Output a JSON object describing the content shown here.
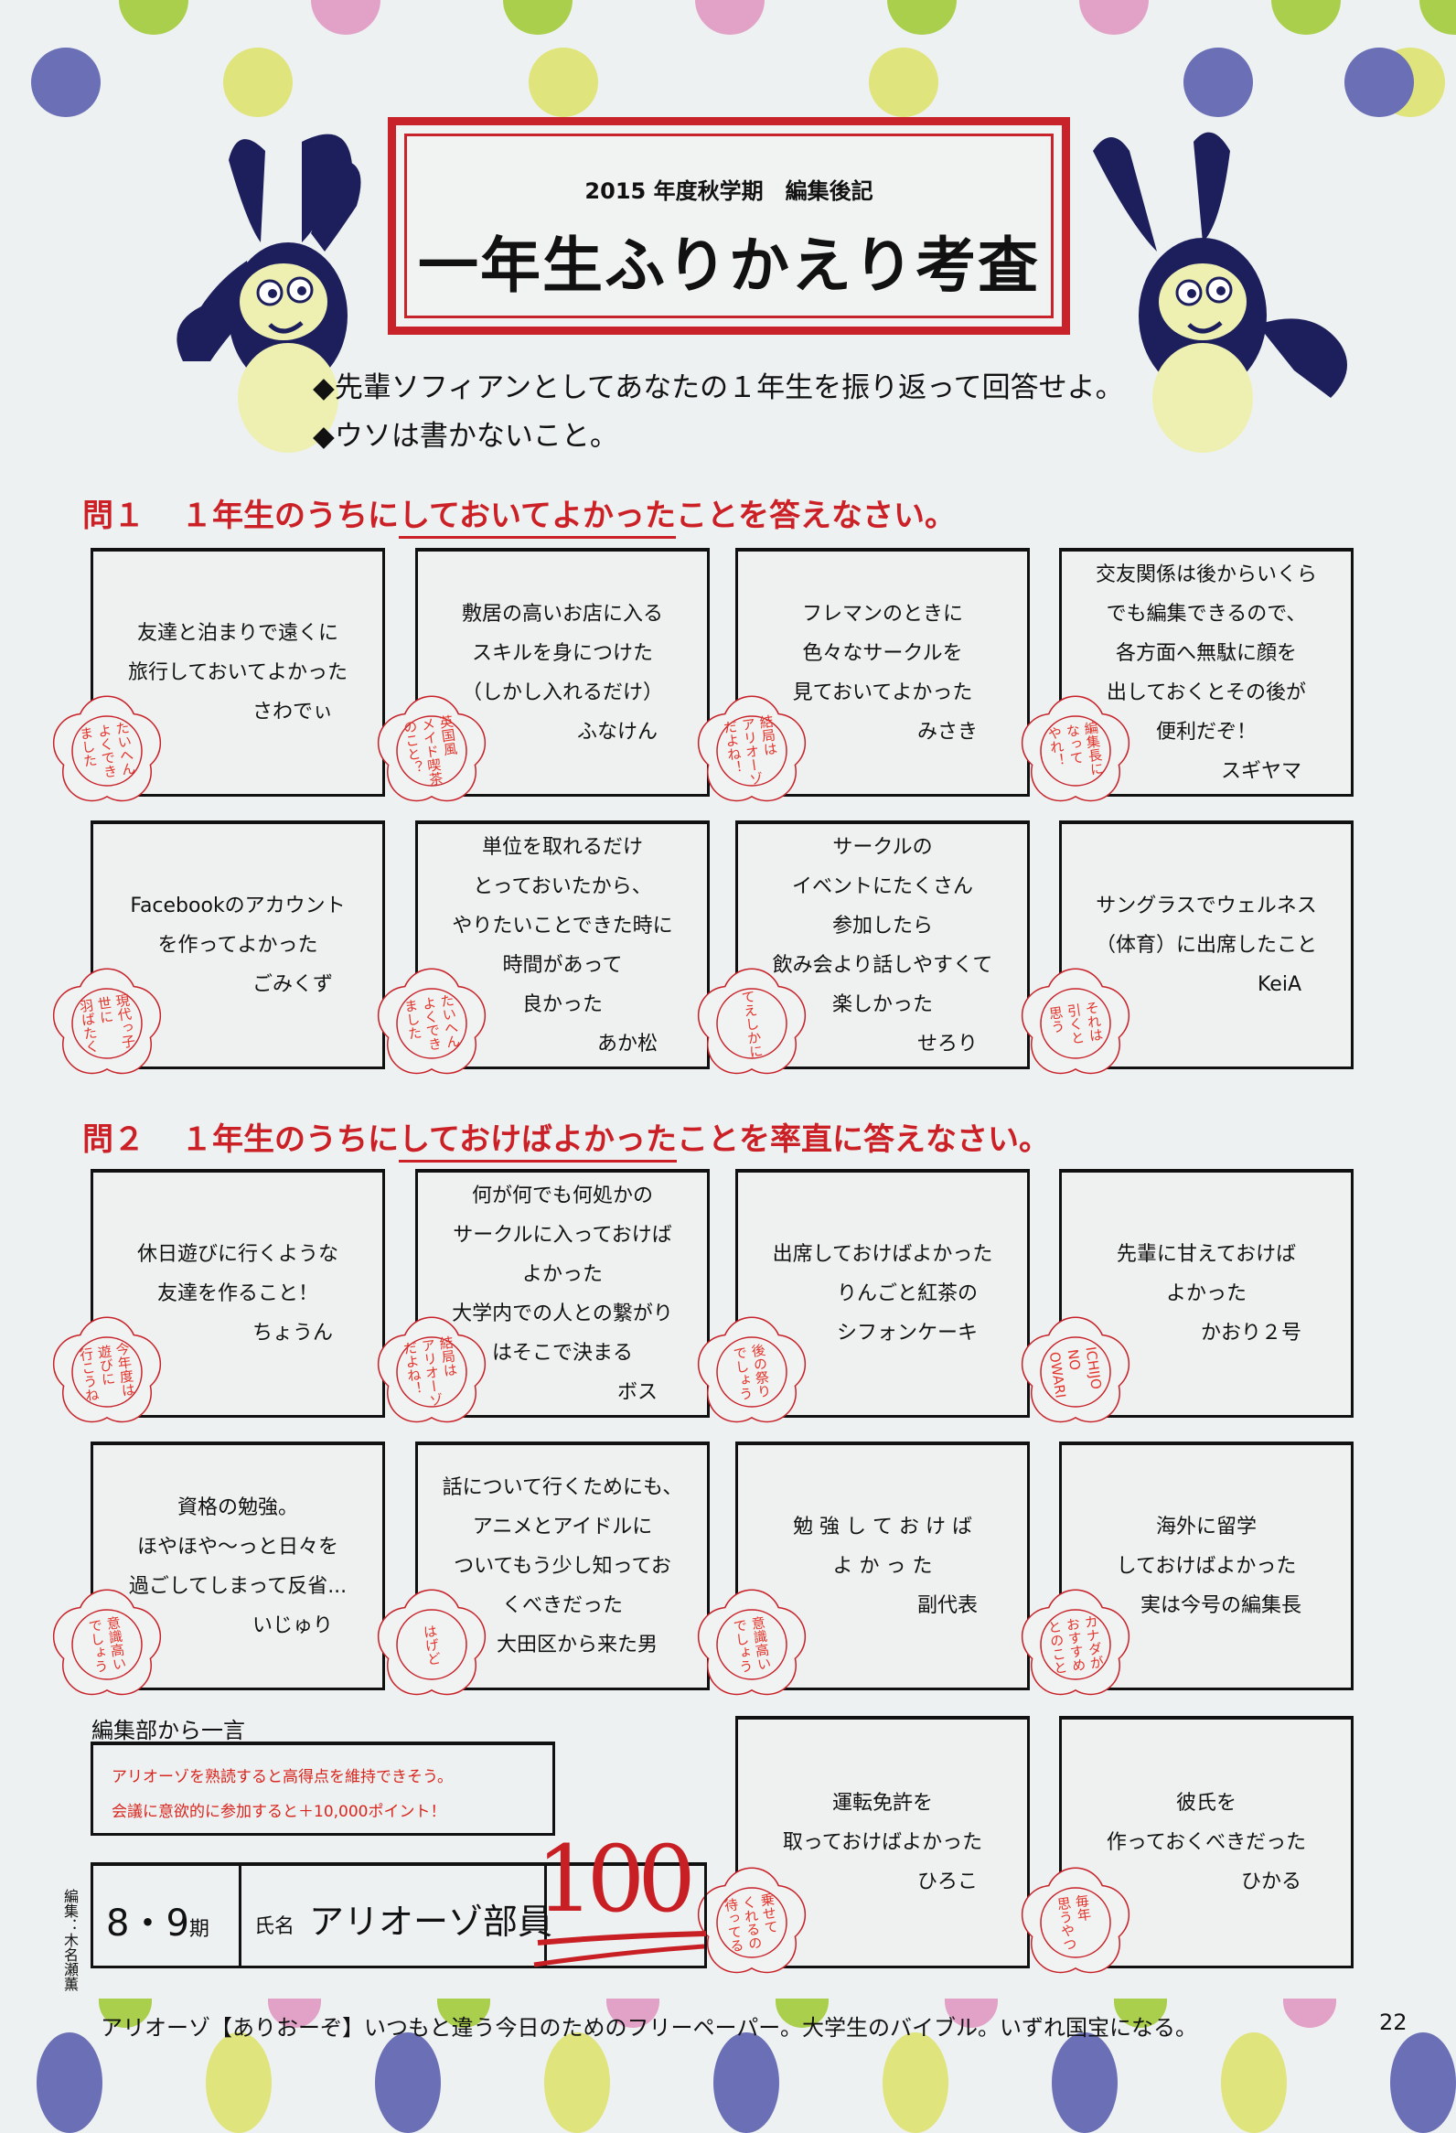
{
  "colors": {
    "dot_green": "#a9cf4c",
    "dot_pink": "#e2a1c6",
    "dot_blue": "#6a6fb6",
    "dot_yellow": "#dfe47c",
    "accent_red": "#c8232a",
    "rabbit_navy": "#1d1f5c",
    "rabbit_cream": "#eef0b2"
  },
  "header": {
    "subtitle": "2015 年度秋学期　編集後記",
    "title": "一年生ふりかえり考査"
  },
  "instructions": [
    "◆先輩ソフィアンとしてあなたの１年生を振り返って回答せよ。",
    "◆ウソは書かないこと。"
  ],
  "q1": {
    "num": "問１",
    "pre": "１年生のうちに",
    "underlined": "しておいてよかった",
    "post": "ことを答えなさい。",
    "cards": [
      {
        "lines": [
          "友達と泊まりで遠くに",
          "旅行しておいてよかった"
        ],
        "author": [
          "さわでぃ"
        ],
        "stamp": "たいへん\nよくでき\nました"
      },
      {
        "lines": [
          "敷居の高いお店に入る",
          "スキルを身につけた",
          "（しかし入れるだけ）"
        ],
        "author": [
          "ふなけん"
        ],
        "stamp": "英国風\nメイド喫茶\nのこと？"
      },
      {
        "lines": [
          "フレマンのときに",
          "色々なサークルを",
          "見ておいてよかった"
        ],
        "author": [
          "みさき"
        ],
        "stamp": "結局は\nアリオーゾ\nだよね！"
      },
      {
        "lines": [
          "交友関係は後からいくら",
          "でも編集できるので、",
          "各方面へ無駄に顔を",
          "出しておくとその後が",
          "便利だぞ！"
        ],
        "author": [
          "スギヤマ"
        ],
        "stamp": "編集長に\nなって\nやれ！"
      },
      {
        "lines": [
          "Facebookのアカウント",
          "を作ってよかった"
        ],
        "author": [
          "ごみくず"
        ],
        "stamp": "現代っ子\n世に\n羽ばたく"
      },
      {
        "lines": [
          "単位を取れるだけ",
          "とっておいたから、",
          "やりたいことできた時に",
          "時間があって",
          "良かった"
        ],
        "author": [
          "あか松"
        ],
        "stamp": "たいへん\nよくでき\nました"
      },
      {
        "lines": [
          "サークルの",
          "イベントにたくさん",
          "参加したら",
          "飲み会より話しやすくて",
          "楽しかった"
        ],
        "author": [
          "せろり"
        ],
        "stamp": "てえしかに"
      },
      {
        "lines": [
          "サングラスでウェルネス",
          "（体育）に出席したこと"
        ],
        "author": [
          "KeiA"
        ],
        "stamp": "それは\n引くと\n思う"
      }
    ]
  },
  "q2": {
    "num": "問２",
    "pre": "１年生のうちに",
    "underlined": "しておけばよかった",
    "post": "ことを率直に答えなさい。",
    "cards": [
      {
        "lines": [
          "休日遊びに行くような",
          "友達を作ること！"
        ],
        "author": [
          "ちょうん"
        ],
        "stamp": "今年度は\n遊びに\n行こうね"
      },
      {
        "lines": [
          "何が何でも何処かの",
          "サークルに入っておけば",
          "よかった",
          "大学内での人との繋がり",
          "はそこで決まる"
        ],
        "author": [
          "ボス"
        ],
        "stamp": "結局は\nアリオーゾ\nだよね！"
      },
      {
        "lines": [
          "出席しておけばよかった"
        ],
        "author": [
          "りんごと紅茶の",
          "シフォンケーキ"
        ],
        "stamp": "後の祭り\nでしょう"
      },
      {
        "lines": [
          "先輩に甘えておけば",
          "よかった"
        ],
        "author": [
          "かおり２号"
        ],
        "stamp": "ICHIJO\nNO\nOWARI"
      },
      {
        "lines": [
          "資格の勉強。",
          "ほやほや～っと日々を",
          "過ごしてしまって反省..."
        ],
        "author": [
          "いじゅり"
        ],
        "stamp": "意識高い\nでしょう"
      },
      {
        "lines": [
          "話について行くためにも、",
          "アニメとアイドルに",
          "ついてもう少し知ってお",
          "くべきだった"
        ],
        "author": [
          "大田区から来た男"
        ],
        "stamp": "はげど"
      },
      {
        "lines": [
          "勉 強 し て お け ば",
          "よ か っ た"
        ],
        "author": [
          "副代表"
        ],
        "stamp": "意識高い\nでしょう"
      },
      {
        "lines": [
          "海外に留学",
          "しておけばよかった"
        ],
        "author": [
          "実は今号の編集長"
        ],
        "stamp": "カナダが\nおすすめ\nとのこと"
      },
      {
        "lines": [
          "運転免許を",
          "取っておけばよかった"
        ],
        "author": [
          "ひろこ"
        ],
        "stamp": "乗せて\nくれるの\n待ってる"
      },
      {
        "lines": [
          "彼氏を",
          "作っておくべきだった"
        ],
        "author": [
          "ひかる"
        ],
        "stamp": "毎年\n思うやつ"
      }
    ]
  },
  "comment": {
    "label": "編集部から一言",
    "lines": [
      "アリオーゾを熟読すると高得点を維持できそう。",
      "会議に意欲的に参加すると＋10,000ポイント！"
    ]
  },
  "answer_sheet": {
    "term": "8・9",
    "term_suffix": "期",
    "name_label": "氏名",
    "name": "アリオーゾ部員",
    "score": "100"
  },
  "editor": "編集：木名瀬薫",
  "footer": {
    "text": "アリオーゾ【ありおーぞ】いつもと違う今日のためのフリーペーパー。大学生のバイブル。いずれ国宝になる。",
    "page": "22"
  }
}
